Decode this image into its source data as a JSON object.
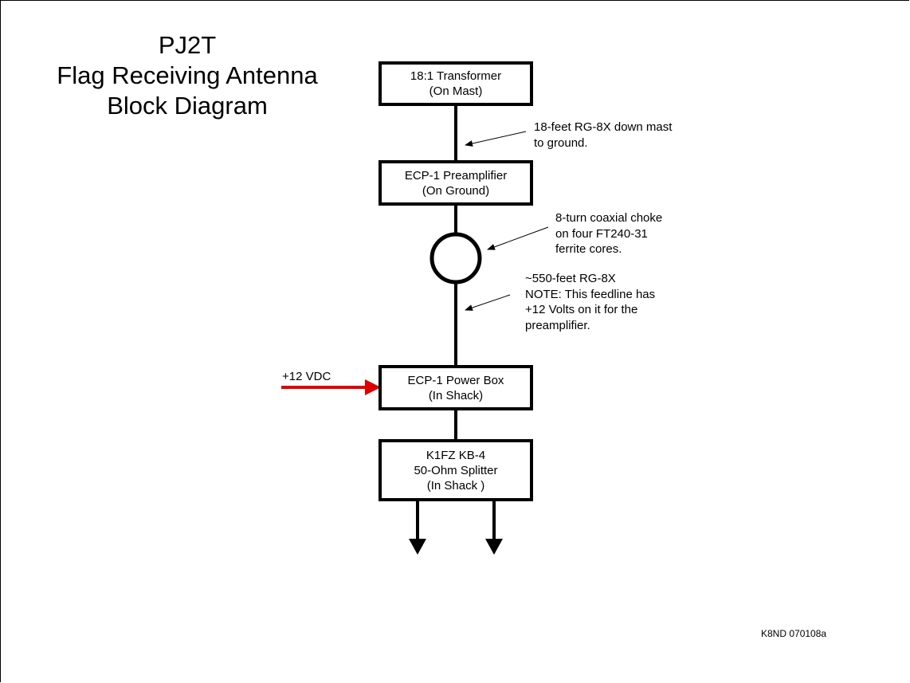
{
  "title": {
    "line1": "PJ2T",
    "line2": "Flag Receiving Antenna",
    "line3": "Block Diagram"
  },
  "blocks": {
    "transformer": {
      "line1": "18:1 Transformer",
      "line2": "(On Mast)"
    },
    "preamp": {
      "line1": "ECP-1 Preamplifier",
      "line2": "(On Ground)"
    },
    "powerbox": {
      "line1": "ECP-1 Power Box",
      "line2": "(In Shack)"
    },
    "splitter": {
      "line1": "K1FZ KB-4",
      "line2": "50-Ohm Splitter",
      "line3": "(In Shack )"
    }
  },
  "notes": {
    "coax_mast": {
      "line1": "18-feet RG-8X down mast",
      "line2": "to ground."
    },
    "choke": {
      "line1": "8-turn coaxial choke",
      "line2": "on four FT240-31",
      "line3": "ferrite cores."
    },
    "feedline": {
      "line1": "~550-feet RG-8X",
      "line2": "NOTE: This feedline has",
      "line3": "+12 Volts on it for the",
      "line4": "preamplifier."
    }
  },
  "power_input": {
    "label": "+12 VDC",
    "color": "#e00000"
  },
  "footer": {
    "code": "K8ND 070108a"
  }
}
